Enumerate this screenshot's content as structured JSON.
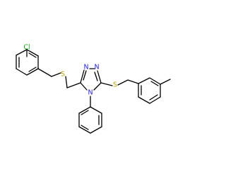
{
  "colors": {
    "bond": "#000000",
    "carbon_text": "#000000",
    "chlorine": "#1fa51f",
    "sulfur": "#b8a100",
    "nitrogen": "#2222dd",
    "background": "#ffffff"
  },
  "atom_labels": {
    "chlorine": "Cl",
    "sulfur_left": "S",
    "sulfur_right": "S",
    "n1": "N",
    "n2": "N",
    "n4": "N"
  }
}
